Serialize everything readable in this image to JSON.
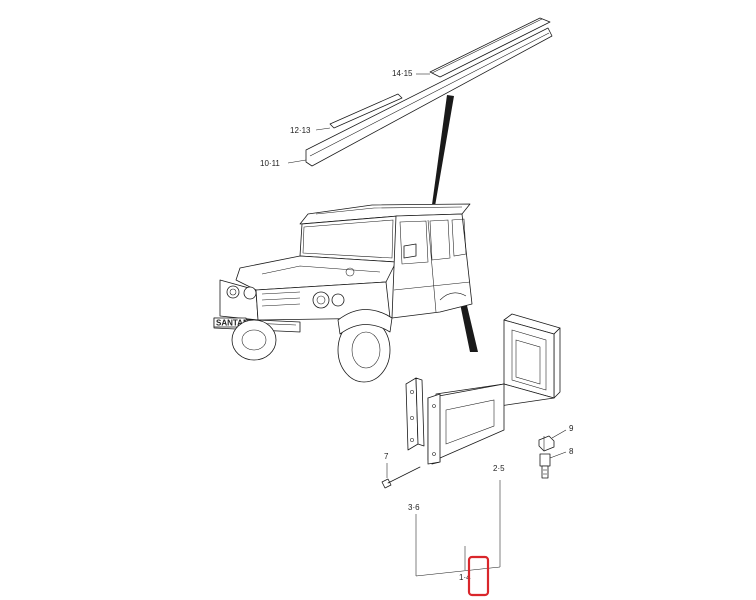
{
  "callouts": {
    "c14_15": "14·15",
    "c12_13": "12·13",
    "c10_11": "10·11",
    "c9": "9",
    "c8": "8",
    "c7": "7",
    "c2_5": "2·5",
    "c3_6": "3·6",
    "c1_4": "1·4"
  },
  "plate_text": "SANTANA",
  "colors": {
    "line": "#1a1a1a",
    "highlight": "#d9262b",
    "background": "#ffffff"
  }
}
